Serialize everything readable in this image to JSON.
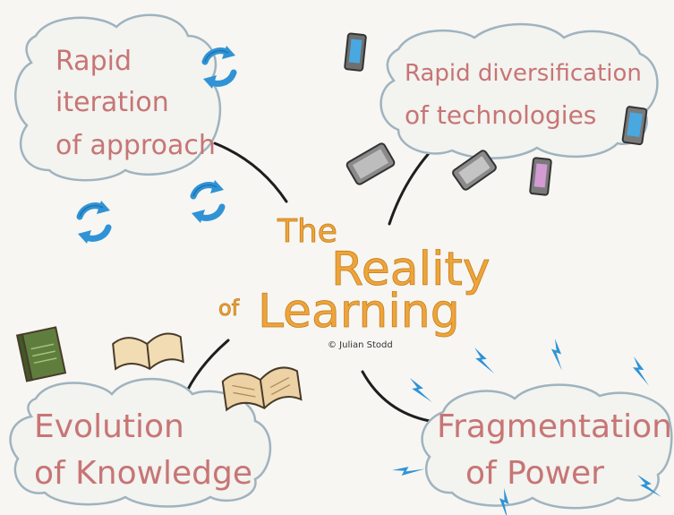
{
  "title": {
    "line1": "The",
    "line2": "Reality",
    "line3_prefix": "of",
    "line3_main": "Learning",
    "credit": "© Julian Stodd"
  },
  "nodes": {
    "top_left": {
      "line1": "Rapid",
      "line2": "iteration",
      "line3": "of approach"
    },
    "top_right": {
      "line1": "Rapid diversification",
      "line2": "of technologies"
    },
    "bottom_left": {
      "line1": "Evolution",
      "line2": "of Knowledge"
    },
    "bottom_right": {
      "line1": "Fragmentation",
      "line2": "of Power"
    }
  },
  "icons": {
    "cycle": "refresh-cycle-icon",
    "tablet": "tablet-icon",
    "book": "book-icon",
    "lightning": "lightning-bolt-icon"
  },
  "colors": {
    "background": "#f7f6f2",
    "cloud_stroke": "#9fb3bf",
    "cloud_fill": "#f3f3ef",
    "pink_text": "#c77575",
    "orange_text": "#eda43a",
    "blue_icon": "#2f93d6",
    "connector": "#1e1e1e"
  }
}
